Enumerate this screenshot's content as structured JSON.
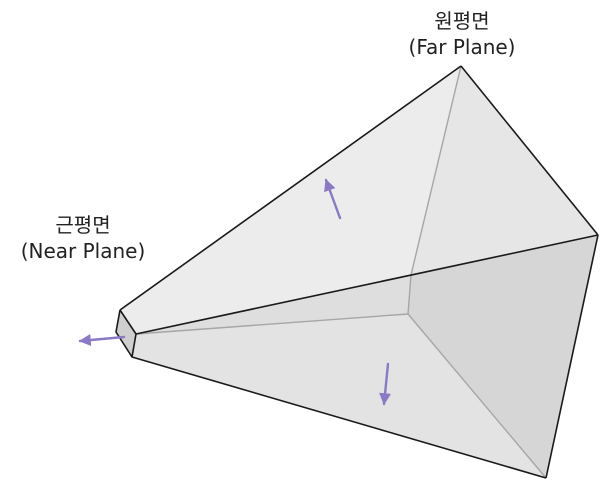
{
  "labels": {
    "far": {
      "korean": "원평면",
      "english": "(Far Plane)"
    },
    "near": {
      "korean": "근평면",
      "english": "(Near Plane)"
    }
  },
  "colors": {
    "edge": "#1a1a1a",
    "hidden_edge": "#a6a6a6",
    "top_face": "#ececec",
    "upper_inner_face": "#e6e6e6",
    "right_face": "#d6d6d6",
    "bottom_face": "#e3e3e3",
    "near_cap": "#cfcfcf",
    "arrow": "#8a79c4"
  }
}
